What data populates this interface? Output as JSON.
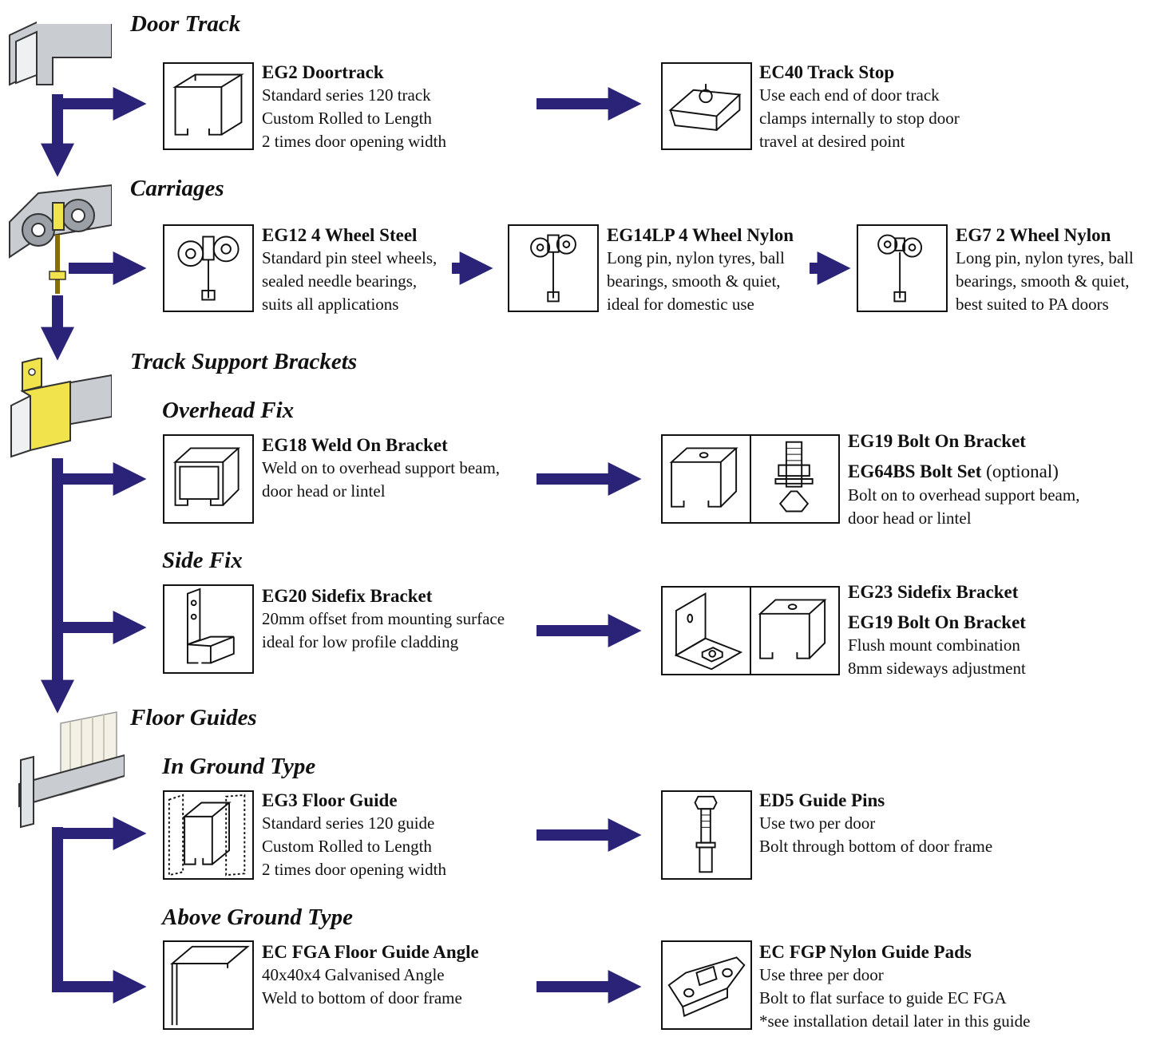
{
  "colors": {
    "arrow": "#2a2378",
    "track": "#c9cdd2",
    "bracket": "#f0e34b"
  },
  "sections": {
    "door_track": "Door Track",
    "carriages": "Carriages",
    "track_support": "Track Support Brackets",
    "floor_guides": "Floor Guides"
  },
  "subsections": {
    "overhead_fix": "Overhead Fix",
    "side_fix": "Side Fix",
    "in_ground": "In Ground Type",
    "above_ground": "Above Ground Type"
  },
  "items": {
    "eg2": {
      "title": "EG2 Doortrack",
      "l1": "Standard series 120 track",
      "l2": "Custom Rolled to Length",
      "l3": "2 times door opening width"
    },
    "ec40": {
      "title": "EC40 Track Stop",
      "l1": "Use each end of door track",
      "l2": "clamps internally to stop door",
      "l3": "travel at desired point"
    },
    "eg12": {
      "title": "EG12  4 Wheel Steel",
      "l1": "Standard pin steel wheels,",
      "l2": "sealed needle bearings,",
      "l3": "suits all applications"
    },
    "eg14lp": {
      "title": "EG14LP  4 Wheel Nylon",
      "l1": "Long pin, nylon tyres, ball",
      "l2": "bearings, smooth & quiet,",
      "l3": "ideal for domestic use"
    },
    "eg7": {
      "title": "EG7  2 Wheel Nylon",
      "l1": "Long pin, nylon tyres, ball",
      "l2": "bearings, smooth & quiet,",
      "l3": "best suited to PA doors"
    },
    "eg18": {
      "title": "EG18 Weld On Bracket",
      "l1": "Weld on to overhead support beam,",
      "l2": "door head or lintel"
    },
    "eg19": {
      "title": "EG19 Bolt On Bracket",
      "title2": "EG64BS Bolt Set",
      "optional": " (optional)",
      "l1": "Bolt on to overhead support beam,",
      "l2": "door head or lintel"
    },
    "eg20": {
      "title": "EG20 Sidefix Bracket",
      "l1": "20mm offset from mounting surface",
      "l2": "ideal for low profile cladding"
    },
    "eg23": {
      "title": "EG23 Sidefix Bracket",
      "title2": "EG19 Bolt On Bracket",
      "l1": "Flush mount combination",
      "l2": "8mm sideways adjustment"
    },
    "eg3": {
      "title": "EG3  Floor Guide",
      "l1": "Standard series 120 guide",
      "l2": "Custom Rolled to Length",
      "l3": "2 times door opening width"
    },
    "ed5": {
      "title": "ED5  Guide Pins",
      "l1": "Use two per door",
      "l2": "Bolt through bottom of door frame"
    },
    "ecfga": {
      "title": "EC FGA  Floor Guide Angle",
      "l1": "40x40x4 Galvanised Angle",
      "l2": "Weld to bottom of door frame"
    },
    "ecfgp": {
      "title": "EC FGP  Nylon Guide Pads",
      "l1": "Use three per door",
      "l2": "Bolt to flat surface to guide EC FGA",
      "l3": "*see installation detail later in this guide"
    }
  }
}
